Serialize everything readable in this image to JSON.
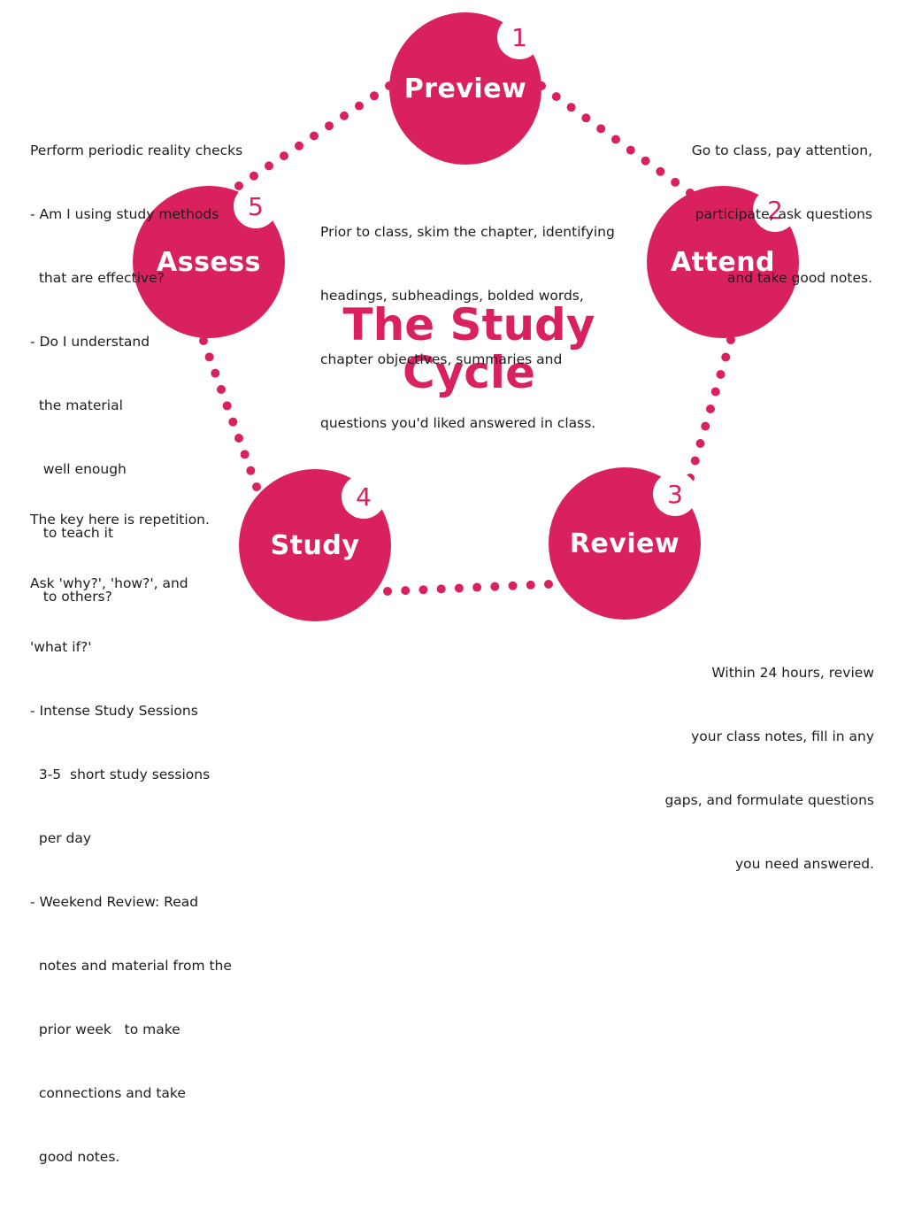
{
  "title": [
    "The Study",
    "Cycle"
  ],
  "accent_color": "#d9215e",
  "steps": [
    {
      "number": "1",
      "label": "Preview"
    },
    {
      "number": "2",
      "label": "Attend"
    },
    {
      "number": "3",
      "label": "Review"
    },
    {
      "number": "4",
      "label": "Study"
    },
    {
      "number": "5",
      "label": "Assess"
    }
  ],
  "descriptions": {
    "preview": [
      "Prior to class, skim the chapter, identifying",
      "headings, subheadings, bolded words,",
      "chapter objectives, summaries and",
      "questions you'd liked answered in class."
    ],
    "attend": [
      "Go to class, pay attention,",
      "participate, ask questions",
      "and take good notes."
    ],
    "review": [
      "Within 24 hours, review",
      "your class notes, fill in any",
      "gaps, and formulate questions",
      "you need answered."
    ],
    "study": [
      "The key here is repetition.",
      "Ask 'why?', 'how?', and",
      "'what if?'",
      "- Intense Study Sessions",
      "  3-5  short study sessions",
      "  per day",
      "- Weekend Review: Read",
      "  notes and material from the",
      "  prior week   to make",
      "  connections and take",
      "  good notes."
    ],
    "assess": [
      "Perform periodic reality checks",
      "- Am I using study methods",
      "  that are effective?",
      "- Do I understand",
      "  the material",
      "   well enough",
      "   to teach it",
      "   to others?"
    ]
  }
}
